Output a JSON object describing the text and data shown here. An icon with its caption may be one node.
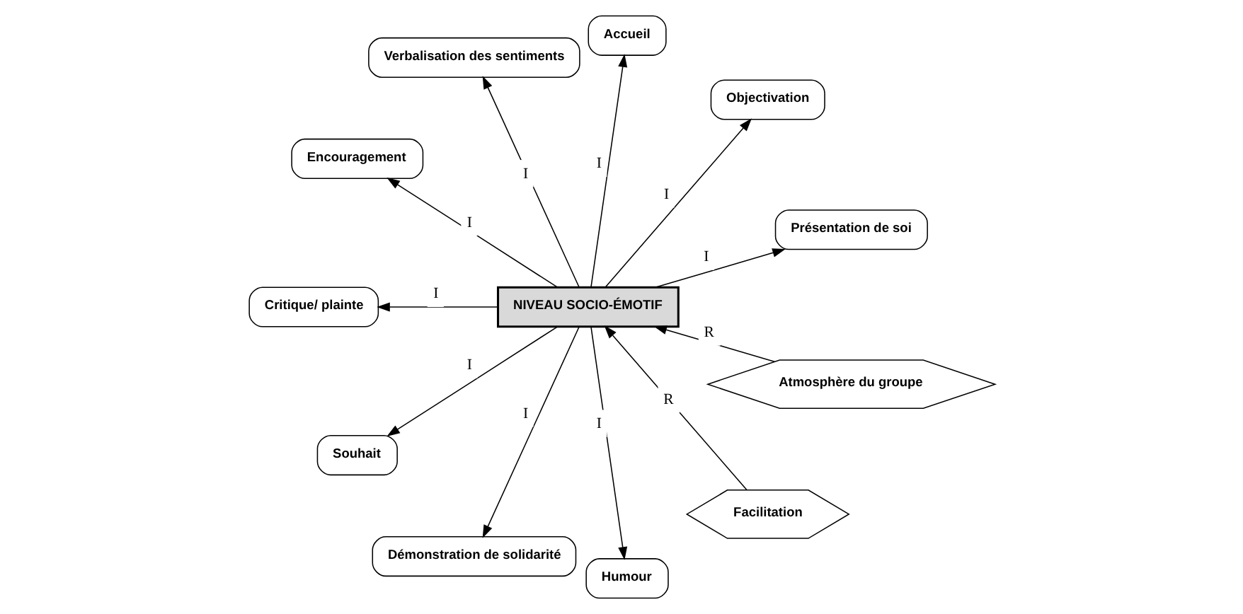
{
  "diagram": {
    "nodes": [
      {
        "text": [
          "Facilitation"
        ]
      },
      {
        "text": [
          "Atmosphère du groupe"
        ]
      },
      {
        "text": [
          "Présentation de soi"
        ]
      },
      {
        "text": [
          "Objectivation"
        ]
      },
      {
        "text": [
          "NIVEAU SOCIO-ÉMOTIF"
        ]
      },
      {
        "text": [
          "Accueil"
        ]
      },
      {
        "text": [
          "Verbalisation des sentiments"
        ]
      },
      {
        "text": [
          "Encouragement"
        ]
      },
      {
        "text": [
          "Critique/ plainte"
        ]
      },
      {
        "text": [
          "Souhait"
        ]
      },
      {
        "text": [
          "Démonstration de solidarité"
        ]
      },
      {
        "text": [
          "Humour"
        ]
      }
    ],
    "edges": [
      {
        "from": 0,
        "to": 4,
        "arrow": "to",
        "label": "R"
      },
      {
        "from": 1,
        "to": 4,
        "arrow": "to",
        "label": "R"
      },
      {
        "from": 4,
        "to": 2,
        "arrow": "to",
        "label": "I"
      },
      {
        "from": 4,
        "to": 5,
        "arrow": "to",
        "label": "I"
      },
      {
        "from": 4,
        "to": 7,
        "arrow": "to",
        "label": "I"
      },
      {
        "from": 4,
        "to": 9,
        "arrow": "to",
        "label": "I"
      },
      {
        "from": 4,
        "to": 10,
        "arrow": "to",
        "label": "I"
      },
      {
        "from": 4,
        "to": 11,
        "arrow": "to",
        "label": "I"
      },
      {
        "from": 4,
        "to": 8,
        "arrow": "to",
        "label": "I"
      },
      {
        "from": 4,
        "to": 6,
        "arrow": "to",
        "label": "I"
      },
      {
        "from": 4,
        "to": 3,
        "arrow": "to",
        "label": "I"
      }
    ]
  }
}
